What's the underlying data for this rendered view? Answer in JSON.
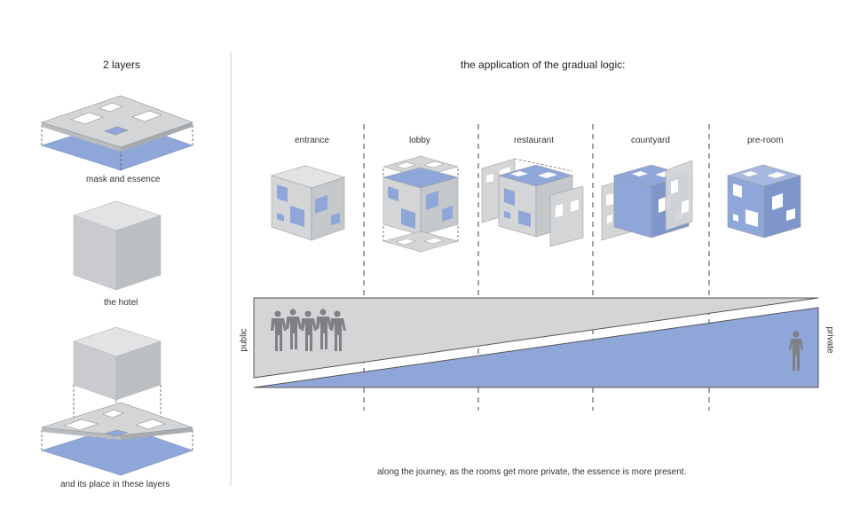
{
  "left_panel": {
    "title": "2 layers",
    "captions": {
      "mask": "mask and essence",
      "hotel": "the hotel",
      "place": "and its place in these layers"
    }
  },
  "right_panel": {
    "title": "the application of the gradual logic:",
    "stages": [
      "entrance",
      "lobby",
      "restaurant",
      "countyard",
      "pre-room"
    ],
    "axis_left": "public",
    "axis_right": "private",
    "footer": "along the journey, as the rooms get more private, the essence is more present."
  },
  "colors": {
    "mask_grey": "#d3d5d7",
    "mask_side": "#b9bcbf",
    "essence_blue": "#8fa6d8",
    "outline": "#8c8f92",
    "divider": "#cfcfcf",
    "figure_grey": "#7f8083"
  }
}
